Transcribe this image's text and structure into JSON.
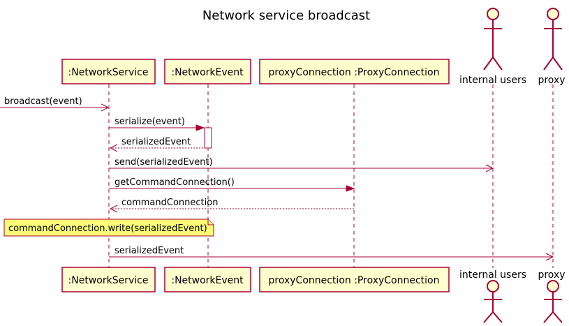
{
  "title": "Network service broadcast",
  "participants": [
    {
      "label": ":NetworkService"
    },
    {
      "label": ":NetworkEvent"
    },
    {
      "label": "proxyConnection :ProxyConnection"
    },
    {
      "label": "internal users"
    },
    {
      "label": "proxy"
    }
  ],
  "messages": [
    {
      "label": "broadcast(event)"
    },
    {
      "label": "serialize(event)"
    },
    {
      "label": "serializedEvent"
    },
    {
      "label": "send(serializedEvent)"
    },
    {
      "label": "getCommandConnection()"
    },
    {
      "label": "commandConnection"
    },
    {
      "label": "serializedEvent"
    }
  ],
  "note": {
    "text": "commandConnection.write(serializedEvent)"
  },
  "colors": {
    "border": "#A80036",
    "participant_fill": "#FEFECE",
    "note_fill": "#FBFB77"
  }
}
